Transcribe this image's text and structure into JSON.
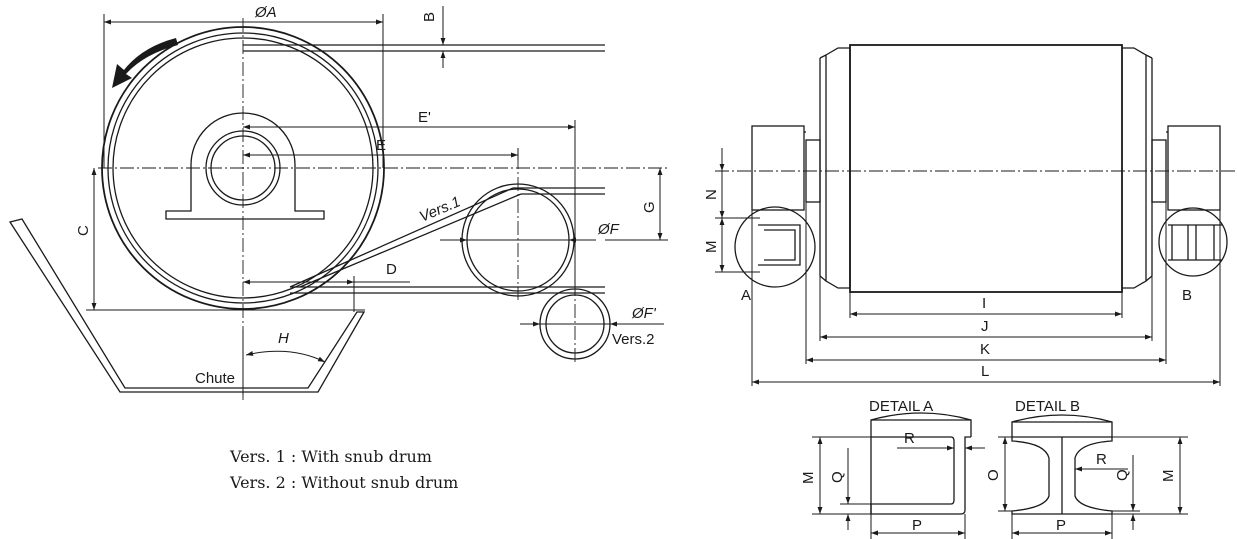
{
  "labels": {
    "A": "ØA",
    "B": "B",
    "C": "C",
    "D": "D",
    "E": "E",
    "E_prime": "E'",
    "F": "ØF",
    "F_prime": "ØF'",
    "G": "G",
    "H": "H",
    "vers1": "Vers.1",
    "vers2": "Vers.2",
    "chute": "Chute",
    "I": "I",
    "J": "J",
    "K": "K",
    "L": "L",
    "M": "M",
    "N": "N",
    "O": "O",
    "P": "P",
    "Q": "Q",
    "R": "R",
    "detail_a_mark": "A",
    "detail_b_mark": "B",
    "detail_a_title": "DETAIL A",
    "detail_b_title": "DETAIL B"
  },
  "legend": {
    "vers1": "Vers. 1 : With snub drum",
    "vers2": "Vers. 2 : Without snub drum"
  }
}
